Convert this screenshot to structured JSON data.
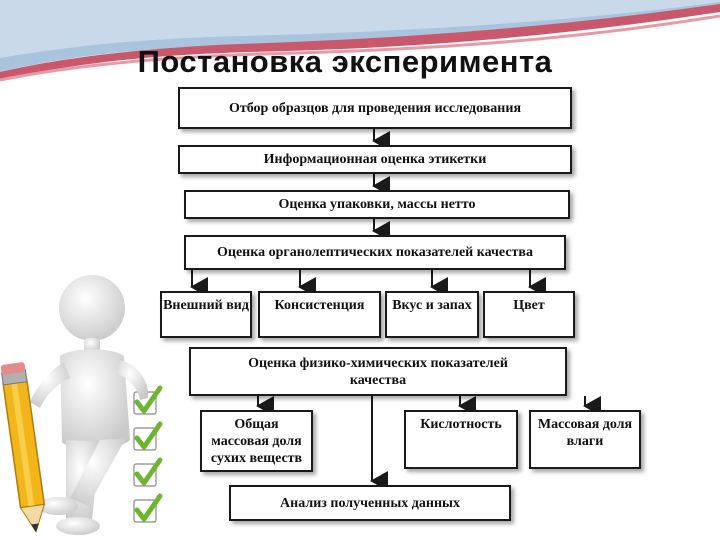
{
  "title": "Постановка эксперимента",
  "steps": {
    "selection": "Отбор  образцов  для проведения исследования",
    "label_info": "Информационная оценка этикетки",
    "packaging": "Оценка упаковки, массы нетто",
    "organoleptic": "Оценка органолептических показателей качества",
    "appearance": "Внешний вид",
    "consistency": "Консистенция",
    "taste_smell": "Вкус и запах",
    "color": "Цвет",
    "physchem": "Оценка физико-химических показателей качества",
    "dry_matter": "Общая массовая доля сухих веществ",
    "acidity": "Кислотность",
    "moisture": "Массовая доля влаги",
    "analysis": "Анализ полученных данных"
  },
  "colors": {
    "arrow": "#1a1a1a",
    "check": "#6cb52e",
    "pencil": "#f2b51a"
  }
}
